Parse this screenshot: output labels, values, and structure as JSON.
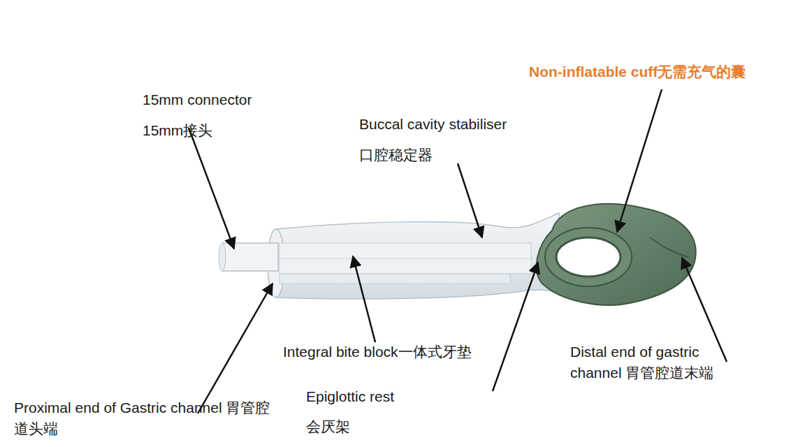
{
  "diagram": {
    "labels": [
      "15mm connector",
      "15mm接头",
      "Buccal cavity stabiliser",
      "口腔稳定器",
      "Non-inflatable cuff无需充气的囊",
      "Integral bite block一体式牙垫",
      "Epiglottic rest",
      "会厌架",
      "Distal end of gastric channel 胃管腔道末端",
      "Proximal end of Gastric channel 胃管腔道头端"
    ]
  }
}
